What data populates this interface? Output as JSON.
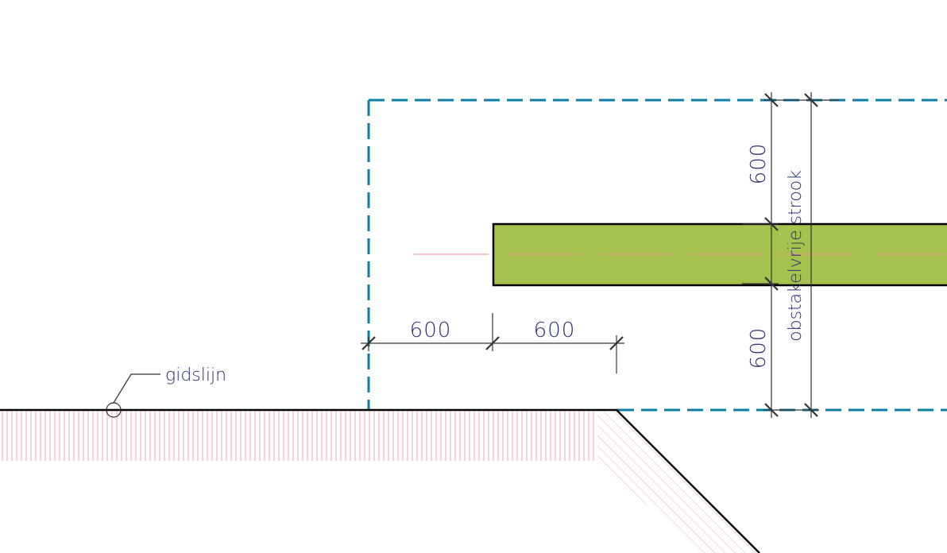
{
  "labels": {
    "guide_line": "gidslijn",
    "clear_strip": "obstakelvrije strook"
  },
  "dimensions": {
    "horizontal_left": "600",
    "horizontal_right": "600",
    "vertical_top": "600",
    "vertical_bottom": "600"
  },
  "colors": {
    "boundary_dashed": "#0b7fa3",
    "obstacle_fill": "#a4c24d",
    "outline": "#000000",
    "hatch": "#f4a7b2",
    "centerline": "#f08a8a",
    "dimension_line": "#333333",
    "text": "#2a2f6e"
  }
}
